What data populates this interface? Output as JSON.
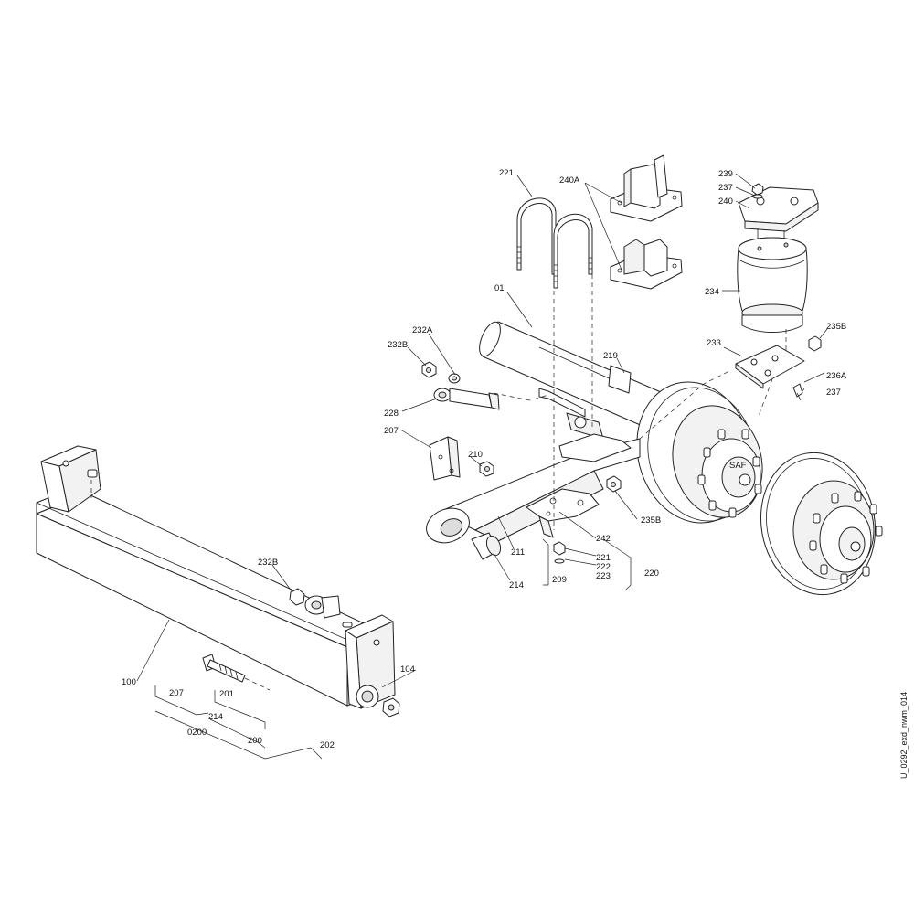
{
  "labels": {
    "l221a": "221",
    "l240A": "240A",
    "l239": "239",
    "l237a": "237",
    "l240": "240",
    "l01": "01",
    "l234": "234",
    "l232A": "232A",
    "l232Ba": "232B",
    "l219": "219",
    "l233": "233",
    "l235Ba": "235B",
    "l236A": "236A",
    "l237b": "237",
    "l228": "228",
    "l207a": "207",
    "l210": "210",
    "l235Bb": "235B",
    "l242": "242",
    "l211": "211",
    "l221b": "221",
    "l222": "222",
    "l223": "223",
    "l220": "220",
    "l214a": "214",
    "l209": "209",
    "l232Bb": "232B",
    "l104": "104",
    "l100": "100",
    "l207b": "207",
    "l201": "201",
    "l214b": "214",
    "l0200": "0200",
    "l200": "200",
    "l202": "202"
  },
  "drawing_id": "U_0292_exd_nwm_014",
  "hub_text": "SAF"
}
